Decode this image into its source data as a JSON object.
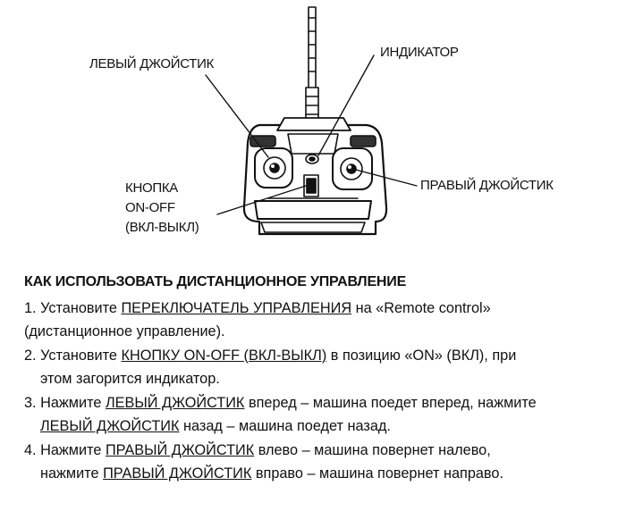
{
  "diagram": {
    "labels": {
      "left_joystick": "ЛЕВЫЙ ДЖОЙСТИК",
      "indicator": "ИНДИКАТОР",
      "right_joystick": "ПРАВЫЙ ДЖОЙСТИК",
      "button_line1": "КНОПКА",
      "button_line2": "ON-OFF",
      "button_line3": "(ВКЛ-ВЫКЛ)"
    }
  },
  "instructions": {
    "heading": "КАК ИСПОЛЬЗОВАТЬ ДИСТАНЦИОННОЕ УПРАВЛЕНИЕ",
    "step1": {
      "a": "1. Установите ",
      "u1": "ПЕРЕКЛЮЧАТЕЛЬ УПРАВЛЕНИЯ",
      "b": " на «Remote control»",
      "c": "(дистанционное управление)."
    },
    "step2": {
      "a": "2. Установите ",
      "u1": "КНОПКУ ON-OFF (ВКЛ-ВЫКЛ)",
      "b": " в позицию «ON» (ВКЛ), при",
      "c": "этом загорится индикатор."
    },
    "step3": {
      "a": "3. Нажмите ",
      "u1": "ЛЕВЫЙ ДЖОЙСТИК",
      "b": " вперед – машина поедет вперед, нажмите",
      "u2": "ЛЕВЫЙ ДЖОЙСТИК",
      "c": " назад – машина поедет назад."
    },
    "step4": {
      "a": "4. Нажмите ",
      "u1": "ПРАВЫЙ ДЖОЙСТИК",
      "b": " влево – машина повернет налево,",
      "c": "нажмите ",
      "u2": "ПРАВЫЙ ДЖОЙСТИК",
      "d": " вправо – машина повернет направо."
    }
  }
}
